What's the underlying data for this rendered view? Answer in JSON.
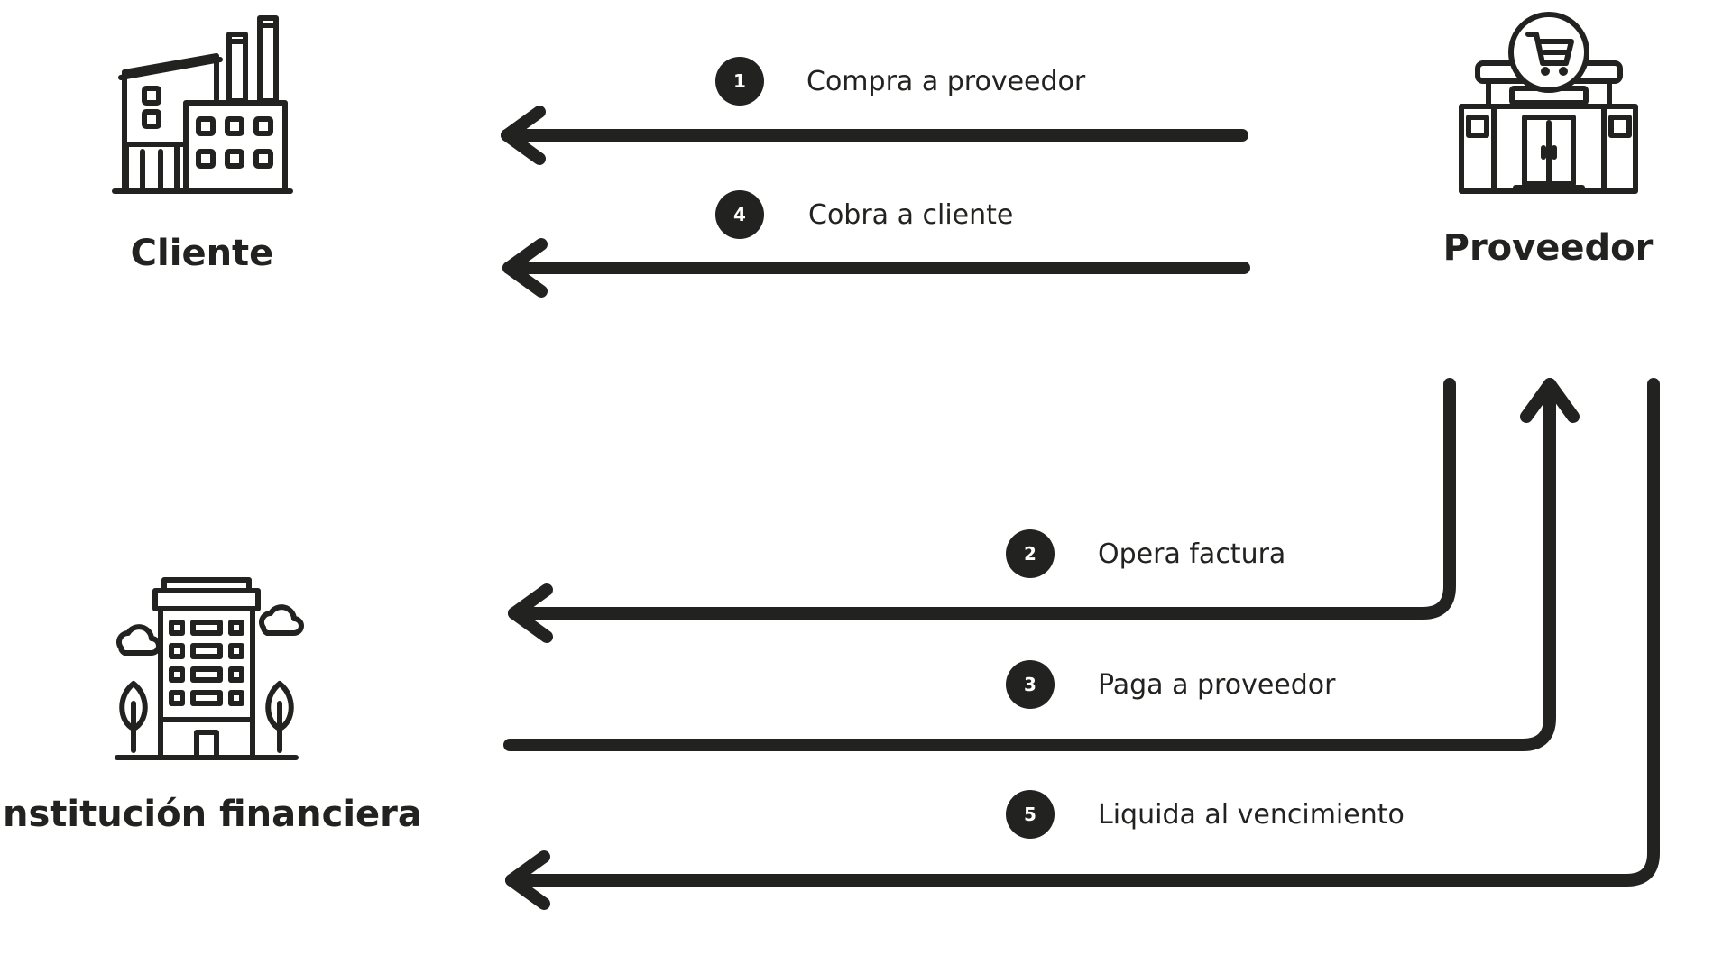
{
  "entities": {
    "cliente": "Cliente",
    "proveedor": "Proveedor",
    "institucion": "Institución financiera"
  },
  "steps": [
    {
      "number": "1",
      "label": "Compra a proveedor"
    },
    {
      "number": "2",
      "label": "Opera factura"
    },
    {
      "number": "3",
      "label": "Paga a proveedor"
    },
    {
      "number": "4",
      "label": "Cobra a cliente"
    },
    {
      "number": "5",
      "label": "Liquida al vencimiento"
    }
  ],
  "icons": {
    "cliente": "factory-icon",
    "proveedor": "store-cart-icon",
    "institucion": "office-building-icon"
  },
  "colors": {
    "ink": "#222220",
    "background": "#ffffff",
    "badge_text": "#ffffff"
  }
}
